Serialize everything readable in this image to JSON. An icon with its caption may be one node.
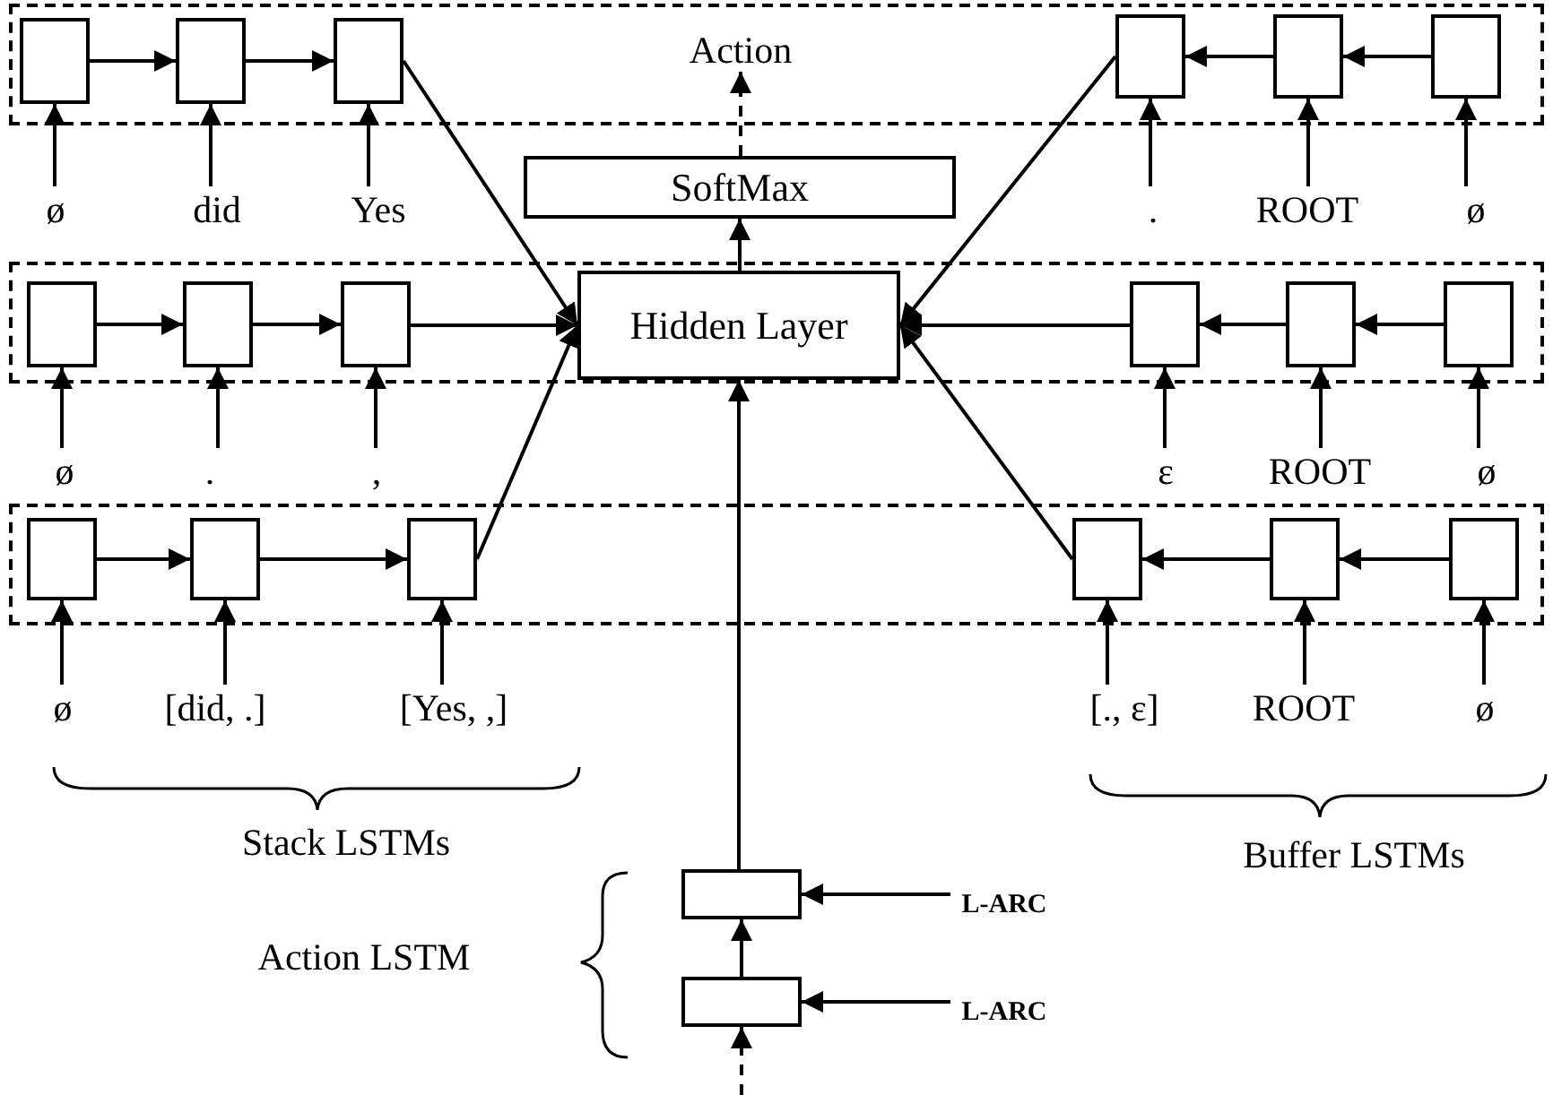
{
  "diagram": {
    "nodes": [
      {
        "text": [],
        "shape": "box"
      },
      {
        "text": [],
        "shape": "box",
        "in": 0
      },
      {
        "text": [],
        "shape": "box",
        "in": 0
      },
      {
        "text": [],
        "shape": "box",
        "in": 0
      },
      {
        "text": [
          "Action"
        ],
        "in": 0
      },
      {
        "text": [],
        "shape": "box",
        "in": 0
      },
      {
        "text": [],
        "shape": "box",
        "in": 0
      },
      {
        "text": [],
        "shape": "box",
        "in": 0
      },
      {
        "text": [
          "ø"
        ]
      },
      {
        "text": [
          "did"
        ]
      },
      {
        "text": [
          "Yes"
        ]
      },
      {
        "text": [
          "SoftMax"
        ]
      },
      {
        "text": [
          "."
        ]
      },
      {
        "text": [
          "ROOT"
        ]
      },
      {
        "text": [
          "ø"
        ]
      },
      {
        "text": [],
        "shape": "box"
      },
      {
        "text": [],
        "shape": "box",
        "in": 15
      },
      {
        "text": [],
        "shape": "box",
        "in": 15
      },
      {
        "text": [],
        "shape": "box",
        "in": 15
      },
      {
        "text": [
          "Hidden Layer"
        ],
        "in": 15
      },
      {
        "text": [],
        "shape": "box",
        "in": 15
      },
      {
        "text": [],
        "shape": "box",
        "in": 15
      },
      {
        "text": [],
        "shape": "box",
        "in": 15
      },
      {
        "text": [
          "ø"
        ]
      },
      {
        "text": [
          "."
        ]
      },
      {
        "text": [
          ","
        ]
      },
      {
        "text": [
          "ε"
        ]
      },
      {
        "text": [
          "ROOT"
        ]
      },
      {
        "text": [
          "ø"
        ]
      },
      {
        "text": [],
        "shape": "box"
      },
      {
        "text": [],
        "shape": "box",
        "in": 29
      },
      {
        "text": [],
        "shape": "box",
        "in": 29
      },
      {
        "text": [],
        "shape": "box",
        "in": 29
      },
      {
        "text": [],
        "shape": "box",
        "in": 29
      },
      {
        "text": [],
        "shape": "box",
        "in": 29
      },
      {
        "text": [],
        "shape": "box",
        "in": 29
      },
      {
        "text": [
          "ø"
        ]
      },
      {
        "text": [
          "[did, .]"
        ]
      },
      {
        "text": [
          "[Yes, ,]"
        ]
      },
      {
        "text": [
          "[., ε]"
        ]
      },
      {
        "text": [
          "ROOT"
        ]
      },
      {
        "text": [
          "ø"
        ]
      },
      {
        "text": [],
        "shape": "box"
      },
      {
        "text": [
          "L-ARC"
        ]
      },
      {
        "text": [],
        "shape": "box"
      },
      {
        "text": [
          "L-ARC"
        ]
      }
    ],
    "edges": [
      {
        "from": 8,
        "to": 1,
        "arrow": "to"
      },
      {
        "from": 9,
        "to": 2,
        "arrow": "to"
      },
      {
        "from": 10,
        "to": 3,
        "arrow": "to"
      },
      {
        "from": 12,
        "to": 5,
        "arrow": "to"
      },
      {
        "from": 13,
        "to": 6,
        "arrow": "to"
      },
      {
        "from": 14,
        "to": 7,
        "arrow": "to"
      },
      {
        "from": 23,
        "to": 16,
        "arrow": "to"
      },
      {
        "from": 24,
        "to": 17,
        "arrow": "to"
      },
      {
        "from": 25,
        "to": 18,
        "arrow": "to"
      },
      {
        "from": 26,
        "to": 20,
        "arrow": "to"
      },
      {
        "from": 27,
        "to": 21,
        "arrow": "to"
      },
      {
        "from": 28,
        "to": 22,
        "arrow": "to"
      },
      {
        "from": 36,
        "to": 30,
        "arrow": "to"
      },
      {
        "from": 37,
        "to": 31,
        "arrow": "to"
      },
      {
        "from": 38,
        "to": 32,
        "arrow": "to"
      },
      {
        "from": 39,
        "to": 33,
        "arrow": "to"
      },
      {
        "from": 40,
        "to": 34,
        "arrow": "to"
      },
      {
        "from": 41,
        "to": 35,
        "arrow": "to"
      },
      {
        "from": 1,
        "to": 2,
        "arrow": "to"
      },
      {
        "from": 2,
        "to": 3,
        "arrow": "to"
      },
      {
        "from": 7,
        "to": 6,
        "arrow": "to"
      },
      {
        "from": 6,
        "to": 5,
        "arrow": "to"
      },
      {
        "from": 16,
        "to": 17,
        "arrow": "to"
      },
      {
        "from": 17,
        "to": 18,
        "arrow": "to"
      },
      {
        "from": 22,
        "to": 21,
        "arrow": "to"
      },
      {
        "from": 21,
        "to": 20,
        "arrow": "to"
      },
      {
        "from": 30,
        "to": 31,
        "arrow": "to"
      },
      {
        "from": 31,
        "to": 32,
        "arrow": "to"
      },
      {
        "from": 35,
        "to": 34,
        "arrow": "to"
      },
      {
        "from": 34,
        "to": 33,
        "arrow": "to"
      },
      {
        "from": 3,
        "to": 19,
        "arrow": "to"
      },
      {
        "from": 18,
        "to": 19,
        "arrow": "to"
      },
      {
        "from": 32,
        "to": 19,
        "arrow": "to"
      },
      {
        "from": 5,
        "to": 19,
        "arrow": "to"
      },
      {
        "from": 20,
        "to": 19,
        "arrow": "to"
      },
      {
        "from": 33,
        "to": 19,
        "arrow": "to"
      },
      {
        "from": 42,
        "to": 19,
        "arrow": "to"
      },
      {
        "from": 19,
        "to": 11,
        "arrow": "to"
      },
      {
        "from": 11,
        "to": 4,
        "arrow": "to",
        "style": "dashed"
      },
      {
        "from": 43,
        "to": 42,
        "arrow": "to"
      },
      {
        "from": 45,
        "to": 44,
        "arrow": "to"
      },
      {
        "from": 44,
        "to": 42,
        "arrow": "to"
      },
      {
        "from": null,
        "to": 44,
        "arrow": "to",
        "style": "dashed"
      }
    ],
    "labels": [
      "Stack LSTMs",
      "Buffer LSTMs",
      "Action LSTM"
    ]
  }
}
